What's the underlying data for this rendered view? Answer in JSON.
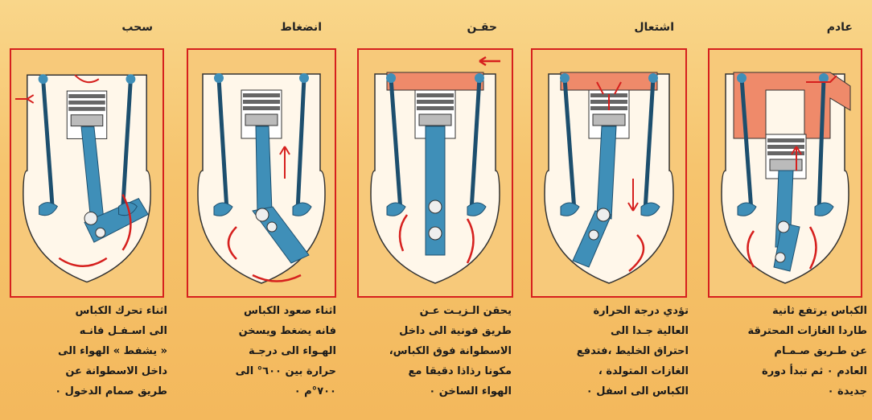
{
  "panels": [
    {
      "id": "intake",
      "title": "سحب",
      "caption": "اثناء تحرك الكباس\nالى اسـفـل فانـه\n« يشفط » الهواء الى\nداخل الاسطوانة عن\nطريق صمام الدخول ٠"
    },
    {
      "id": "compression",
      "title": "انضغاط",
      "caption": "اثناء صعود الكباس\nفانه يضغط ويسخن\nالهـواء الى درجـة\nحرارة بين ٦٠٠° الى\n٧٠٠°م ٠"
    },
    {
      "id": "injection",
      "title": "حقـن",
      "caption": "يحقن الـزيـت عـن\nطريق فونية الى داخل\nالاسطوانة فوق الكباس،\nمكونا رذاذا دقيقا مع\nالهواء الساخن ٠"
    },
    {
      "id": "ignition",
      "title": "اشتعال",
      "caption": "تؤدي درجة الحرارة\nالعالية جـدا الى\nاحتراق الخليط ،فتدفع\nالغازات المتولدة ،\nالكباس الى اسفل ٠"
    },
    {
      "id": "exhaust",
      "title": "عادم",
      "caption": "الكباس يرتفع ثانية\nطاردا الغازات المحترقة\nعن طـريق صـمـام\nالعادم ٠ ثم تبدأ دورة\nجديدة ٠"
    }
  ],
  "colors": {
    "frame": "#d6201e",
    "metal_blue": "#3f8fb8",
    "dark_blue": "#1d4f6e",
    "hot_gas": "#ef8a6a",
    "arrow_red": "#d6201e",
    "background": "#f6c46e"
  }
}
